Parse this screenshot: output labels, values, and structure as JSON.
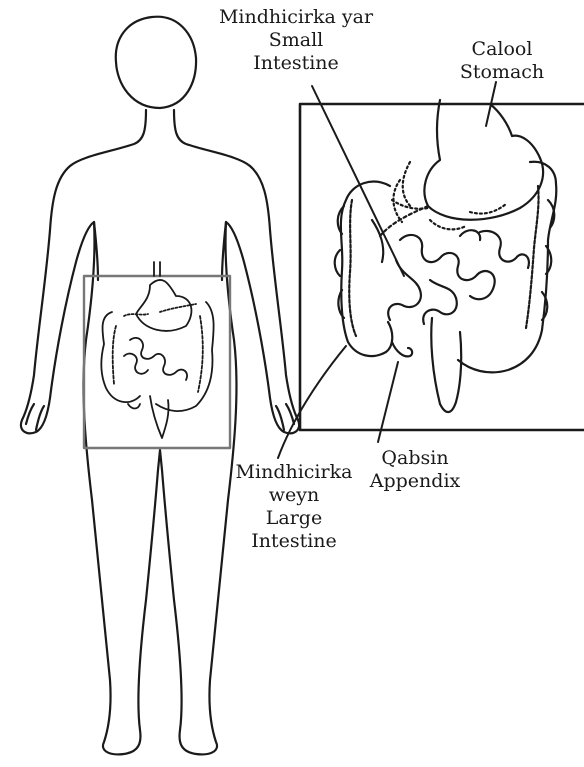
{
  "labels": {
    "small_intestine": {
      "line1": "Mindhicirka yar",
      "line2": "Small",
      "line3": "Intestine"
    },
    "stomach": {
      "line1": "Calool",
      "line2": "Stomach"
    },
    "appendix": {
      "line1": "Qabsin",
      "line2": "Appendix"
    },
    "large_intestine": {
      "line1": "Mindhicirka",
      "line2": "weyn",
      "line3": "Large",
      "line4": "Intestine"
    }
  },
  "colors": {
    "ink": "#1a1a1a",
    "frame": "#777777",
    "background": "#ffffff"
  }
}
